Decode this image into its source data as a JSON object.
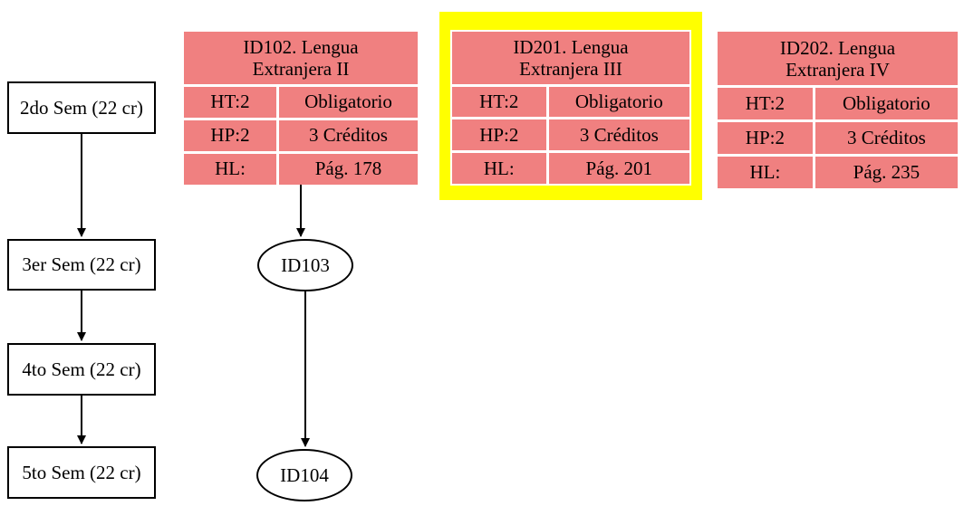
{
  "colors": {
    "background": "#ffffff",
    "card_fill": "#f08080",
    "highlight_border": "#ffff00",
    "node_border": "#000000",
    "text": "#000000"
  },
  "semesters": [
    {
      "label": "2do Sem (22 cr)"
    },
    {
      "label": "3er Sem (22 cr)"
    },
    {
      "label": "4to Sem (22 cr)"
    },
    {
      "label": "5to Sem (22 cr)"
    }
  ],
  "courses": [
    {
      "id": "ID102",
      "title_line1": "ID102. Lengua",
      "title_line2": "Extranjera II",
      "highlighted": false,
      "rows": [
        {
          "left": "HT:2",
          "right": "Obligatorio"
        },
        {
          "left": "HP:2",
          "right": "3 Créditos"
        },
        {
          "left": "HL:",
          "right": "Pág. 178"
        }
      ]
    },
    {
      "id": "ID201",
      "title_line1": "ID201. Lengua",
      "title_line2": "Extranjera III",
      "highlighted": true,
      "rows": [
        {
          "left": "HT:2",
          "right": "Obligatorio"
        },
        {
          "left": "HP:2",
          "right": "3 Créditos"
        },
        {
          "left": "HL:",
          "right": "Pág. 201"
        }
      ]
    },
    {
      "id": "ID202",
      "title_line1": "ID202. Lengua",
      "title_line2": "Extranjera IV",
      "highlighted": false,
      "rows": [
        {
          "left": "HT:2",
          "right": "Obligatorio"
        },
        {
          "left": "HP:2",
          "right": "3 Créditos"
        },
        {
          "left": "HL:",
          "right": "Pág. 235"
        }
      ]
    }
  ],
  "oval_nodes": [
    {
      "label": "ID103"
    },
    {
      "label": "ID104"
    }
  ]
}
